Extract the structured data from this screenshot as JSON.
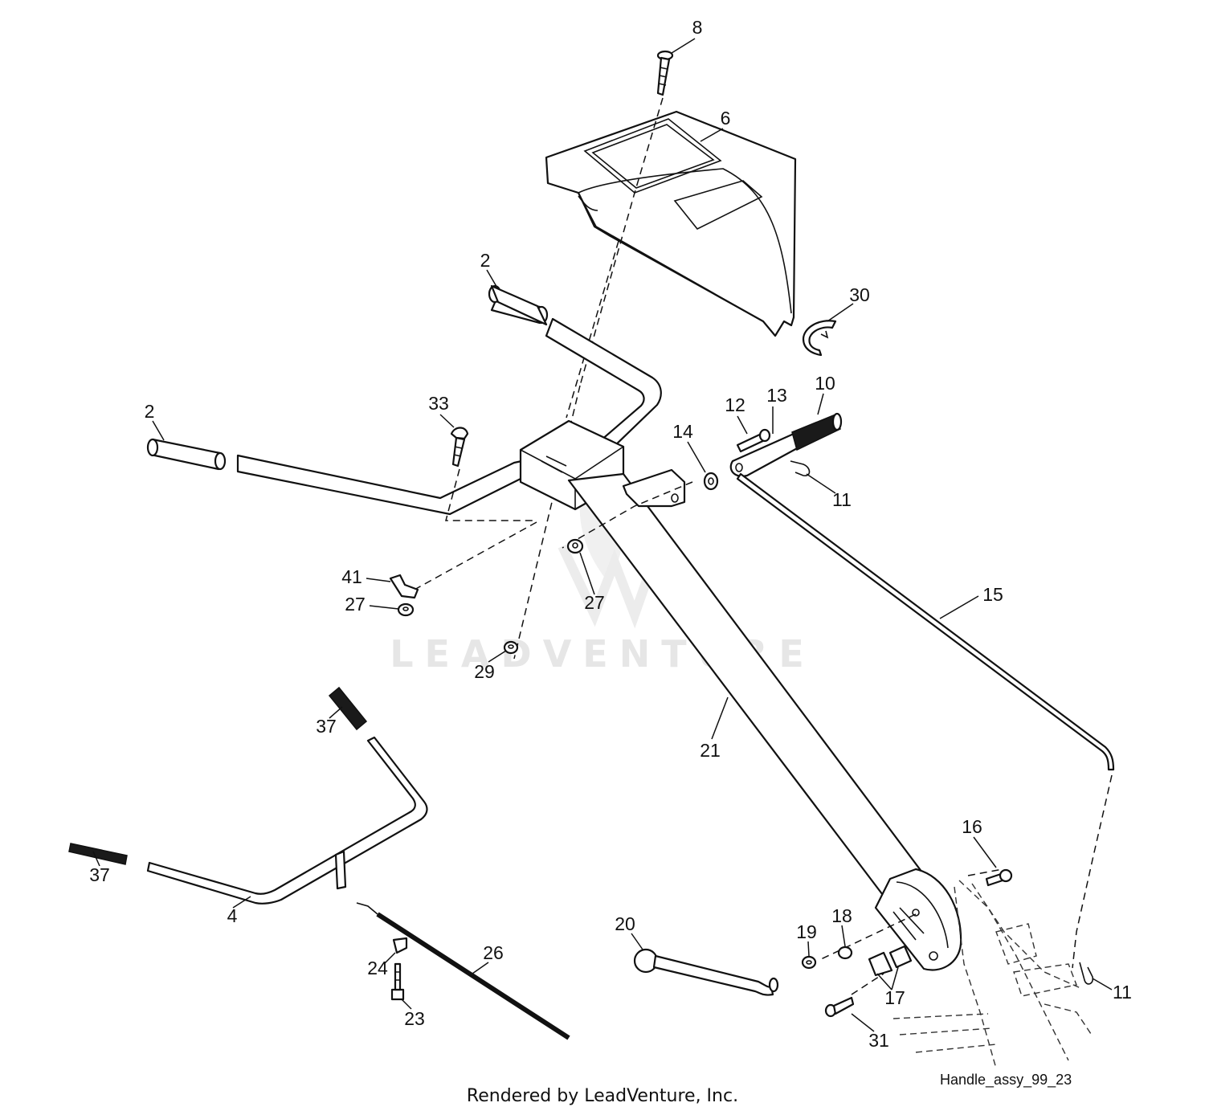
{
  "watermark": "LEADVENTURE",
  "figure_id": "Handle_assy_99_23",
  "footer": "Rendered by LeadVenture, Inc.",
  "callouts": [
    {
      "id": "c8",
      "label": "8"
    },
    {
      "id": "c6",
      "label": "6"
    },
    {
      "id": "c2a",
      "label": "2"
    },
    {
      "id": "c30",
      "label": "30"
    },
    {
      "id": "c10",
      "label": "10"
    },
    {
      "id": "c13",
      "label": "13"
    },
    {
      "id": "c12",
      "label": "12"
    },
    {
      "id": "c2b",
      "label": "2"
    },
    {
      "id": "c33",
      "label": "33"
    },
    {
      "id": "c14",
      "label": "14"
    },
    {
      "id": "c11a",
      "label": "11"
    },
    {
      "id": "c15",
      "label": "15"
    },
    {
      "id": "c41",
      "label": "41"
    },
    {
      "id": "c27a",
      "label": "27"
    },
    {
      "id": "c27b",
      "label": "27"
    },
    {
      "id": "c29",
      "label": "29"
    },
    {
      "id": "c37a",
      "label": "37"
    },
    {
      "id": "c21",
      "label": "21"
    },
    {
      "id": "c37b",
      "label": "37"
    },
    {
      "id": "c4",
      "label": "4"
    },
    {
      "id": "c16",
      "label": "16"
    },
    {
      "id": "c20",
      "label": "20"
    },
    {
      "id": "c19",
      "label": "19"
    },
    {
      "id": "c18",
      "label": "18"
    },
    {
      "id": "c26",
      "label": "26"
    },
    {
      "id": "c24",
      "label": "24"
    },
    {
      "id": "c23",
      "label": "23"
    },
    {
      "id": "c17",
      "label": "17"
    },
    {
      "id": "c11b",
      "label": "11"
    },
    {
      "id": "c31",
      "label": "31"
    }
  ]
}
